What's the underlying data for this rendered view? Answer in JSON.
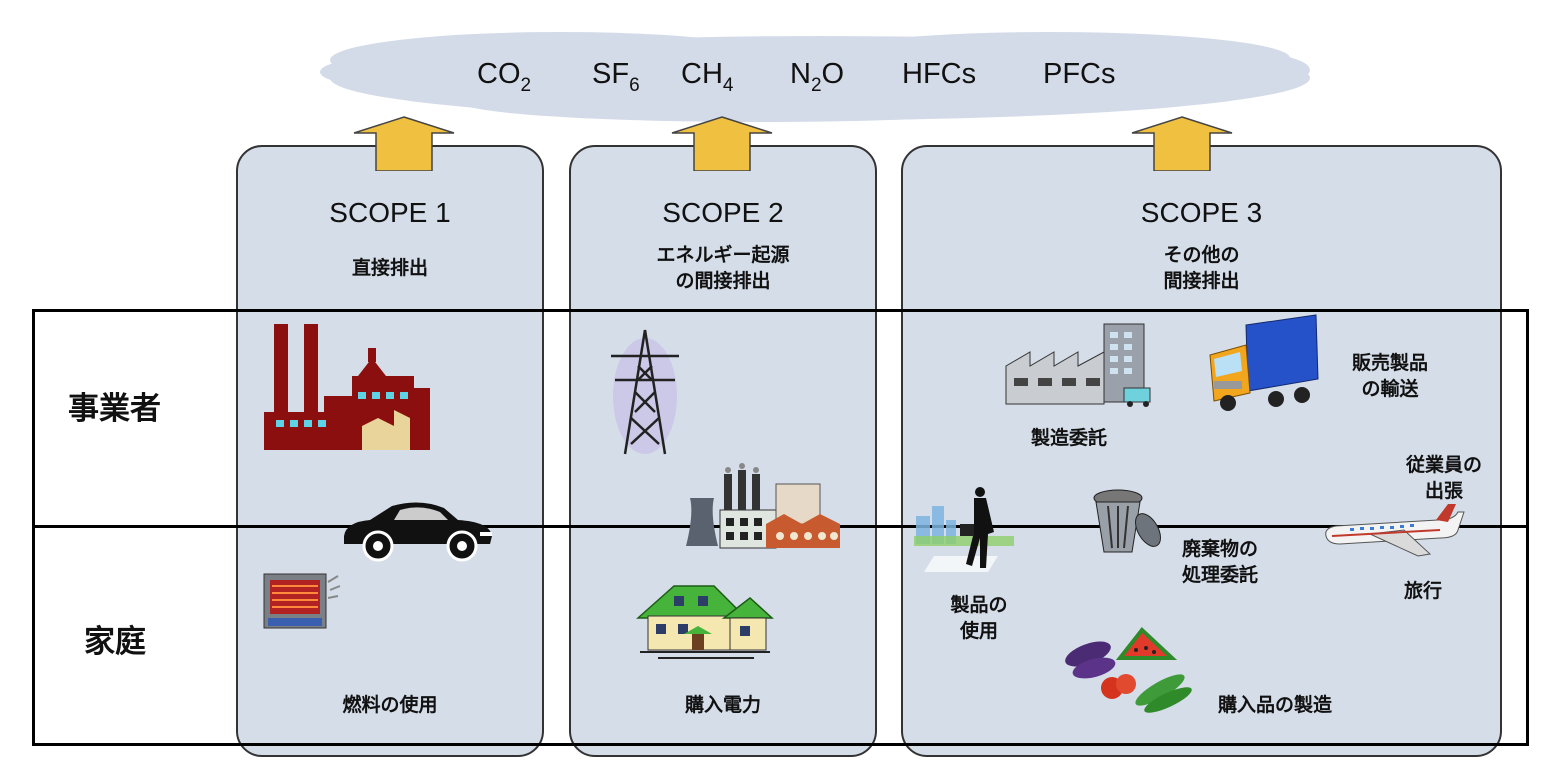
{
  "gases": [
    {
      "base": "CO",
      "sub": "2"
    },
    {
      "base": "SF",
      "sub": "6"
    },
    {
      "base": "CH",
      "sub": "4"
    },
    {
      "base": "N",
      "sub": "2",
      "tail": "O"
    },
    {
      "base": "HFCs",
      "sub": ""
    },
    {
      "base": "PFCs",
      "sub": ""
    }
  ],
  "scopes": [
    {
      "title": "SCOPE 1",
      "sub_lines": [
        "直接排出"
      ]
    },
    {
      "title": "SCOPE 2",
      "sub_lines": [
        "エネルギー起源",
        "の間接排出"
      ]
    },
    {
      "title": "SCOPE 3",
      "sub_lines": [
        "その他の",
        "間接排出"
      ]
    }
  ],
  "rows": {
    "business": "事業者",
    "household": "家庭"
  },
  "captions": {
    "fuel_use": "燃料の使用",
    "purchased_power": "購入電力",
    "outsourced_manufacturing": "製造委託",
    "product_transport": [
      "販売製品",
      "の輸送"
    ],
    "business_trip": [
      "従業員の",
      "出張"
    ],
    "product_use": [
      "製品の",
      "使用"
    ],
    "waste_disposal": [
      "廃棄物の",
      "処理委託"
    ],
    "travel": "旅行",
    "purchased_goods": "購入品の製造"
  },
  "colors": {
    "cloud": "#d4dbe8",
    "box": "#d5dde9",
    "arrow": "#f0c040",
    "factory": "#8b0f0f"
  },
  "icons": [
    "factory-icon",
    "car-icon",
    "heater-icon",
    "power-tower-icon",
    "power-plant-icon",
    "house-icon",
    "manufacturing-plant-icon",
    "truck-icon",
    "businessman-icon",
    "trash-can-icon",
    "airplane-icon",
    "groceries-icon"
  ]
}
